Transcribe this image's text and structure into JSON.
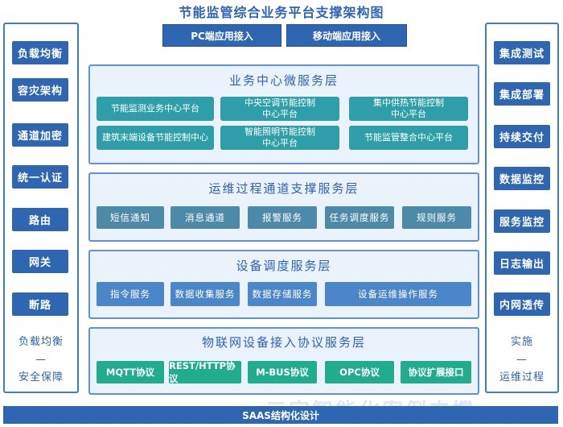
{
  "title": "节能监管综合业务平台支撑架构图",
  "top_buttons": [
    "PC端应用接入",
    "移动端应用接入"
  ],
  "left_panel": {
    "items": [
      "负载均衡",
      "容灾架构",
      "通道加密",
      "统一认证",
      "路由",
      "网关",
      "断路"
    ],
    "caption": [
      "负载均衡",
      "—",
      "安全保障"
    ]
  },
  "right_panel": {
    "items": [
      "集成测试",
      "集成部署",
      "持续交付",
      "数据监控",
      "服务监控",
      "日志输出",
      "内网透传"
    ],
    "caption": [
      "实施",
      "—",
      "运维过程"
    ]
  },
  "layers": {
    "business": {
      "title": "业务中心微服务层",
      "boxes": [
        [
          "节能监测业务中心平台"
        ],
        [
          "中央空调节能控制",
          "中心平台"
        ],
        [
          "集中供热节能控制",
          "中心平台"
        ],
        [
          "建筑末端设备节能控制中心"
        ],
        [
          "智能照明节能控制",
          "中心平台"
        ],
        [
          "节能监管整合中心平台"
        ]
      ]
    },
    "ops": {
      "title": "运维过程通道支撑服务层",
      "boxes": [
        "短信通知",
        "消息通道",
        "报警服务",
        "任务调度服务",
        "规则服务"
      ]
    },
    "scheduling": {
      "title": "设备调度服务层",
      "boxes": [
        "指令服务",
        "数据收集服务",
        "数据存储服务",
        "设备运维操作服务"
      ]
    },
    "iot": {
      "title": "物联网设备接入协议服务层",
      "boxes": [
        "MQTT协议",
        "REST/HTTP协议",
        "M-BUS协议",
        "OPC协议",
        "协议扩展接口"
      ]
    }
  },
  "bottom_bar": "SAAS结构化设计",
  "watermark": "三宗智能化案例支撑",
  "colors": {
    "dark_blue": "#2f66b1",
    "teal": "#2e9fa9",
    "green": "#21ad8d",
    "layer_bg": "#eaf2fb"
  }
}
